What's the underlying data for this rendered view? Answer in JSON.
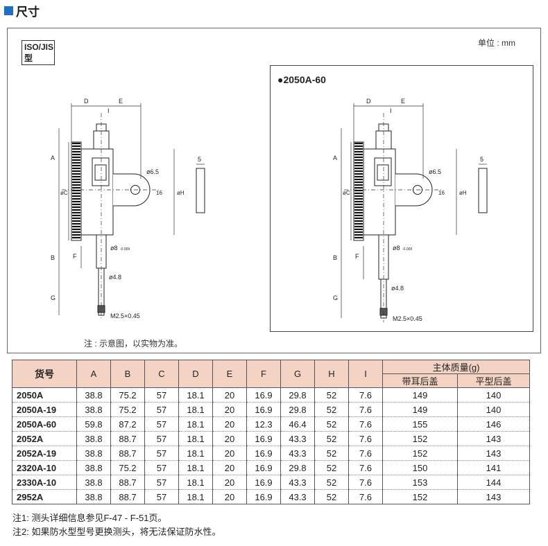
{
  "header": {
    "title": "尺寸"
  },
  "figure": {
    "standard_label_line1": "ISO/JIS",
    "standard_label_line2": "型",
    "unit": "单位 : mm",
    "variant_label": "●2050A-60",
    "note": "注 : 示意图，以实物为准。",
    "dim": {
      "D": "D",
      "E": "E",
      "I": "I",
      "A": "A",
      "B": "B",
      "C": "øC",
      "F": "F",
      "G": "G",
      "H": "øH",
      "hole": "ø6.5",
      "sixteen": "16",
      "five": "5",
      "stem": "ø8",
      "stem_tol": "-0.009",
      "spindle": "ø4.8",
      "thread": "M2.5×0.45"
    }
  },
  "table": {
    "headers": [
      "货号",
      "A",
      "B",
      "C",
      "D",
      "E",
      "F",
      "G",
      "H",
      "I"
    ],
    "mass_header": "主体质量(g)",
    "mass_sub": [
      "带耳后盖",
      "平型后盖"
    ],
    "rows": [
      [
        "2050A",
        "38.8",
        "75.2",
        "57",
        "18.1",
        "20",
        "16.9",
        "29.8",
        "52",
        "7.6",
        "149",
        "140"
      ],
      [
        "2050A-19",
        "38.8",
        "75.2",
        "57",
        "18.1",
        "20",
        "16.9",
        "29.8",
        "52",
        "7.6",
        "149",
        "140"
      ],
      [
        "2050A-60",
        "59.8",
        "87.2",
        "57",
        "18.1",
        "20",
        "12.3",
        "46.4",
        "52",
        "7.6",
        "155",
        "146"
      ],
      [
        "2052A",
        "38.8",
        "88.7",
        "57",
        "18.1",
        "20",
        "16.9",
        "43.3",
        "52",
        "7.6",
        "152",
        "143"
      ],
      [
        "2052A-19",
        "38.8",
        "88.7",
        "57",
        "18.1",
        "20",
        "16.9",
        "43.3",
        "52",
        "7.6",
        "152",
        "143"
      ],
      [
        "2320A-10",
        "38.8",
        "75.2",
        "57",
        "18.1",
        "20",
        "16.9",
        "29.8",
        "52",
        "7.6",
        "150",
        "141"
      ],
      [
        "2330A-10",
        "38.8",
        "88.7",
        "57",
        "18.1",
        "20",
        "16.9",
        "43.3",
        "52",
        "7.6",
        "153",
        "144"
      ],
      [
        "2952A",
        "38.8",
        "88.7",
        "57",
        "18.1",
        "20",
        "16.9",
        "43.3",
        "52",
        "7.6",
        "152",
        "143"
      ]
    ]
  },
  "notes": [
    "注1: 测头详细信息参见F-47 - F-51页。",
    "注2: 如果防水型型号更换测头，将无法保证防水性。"
  ]
}
